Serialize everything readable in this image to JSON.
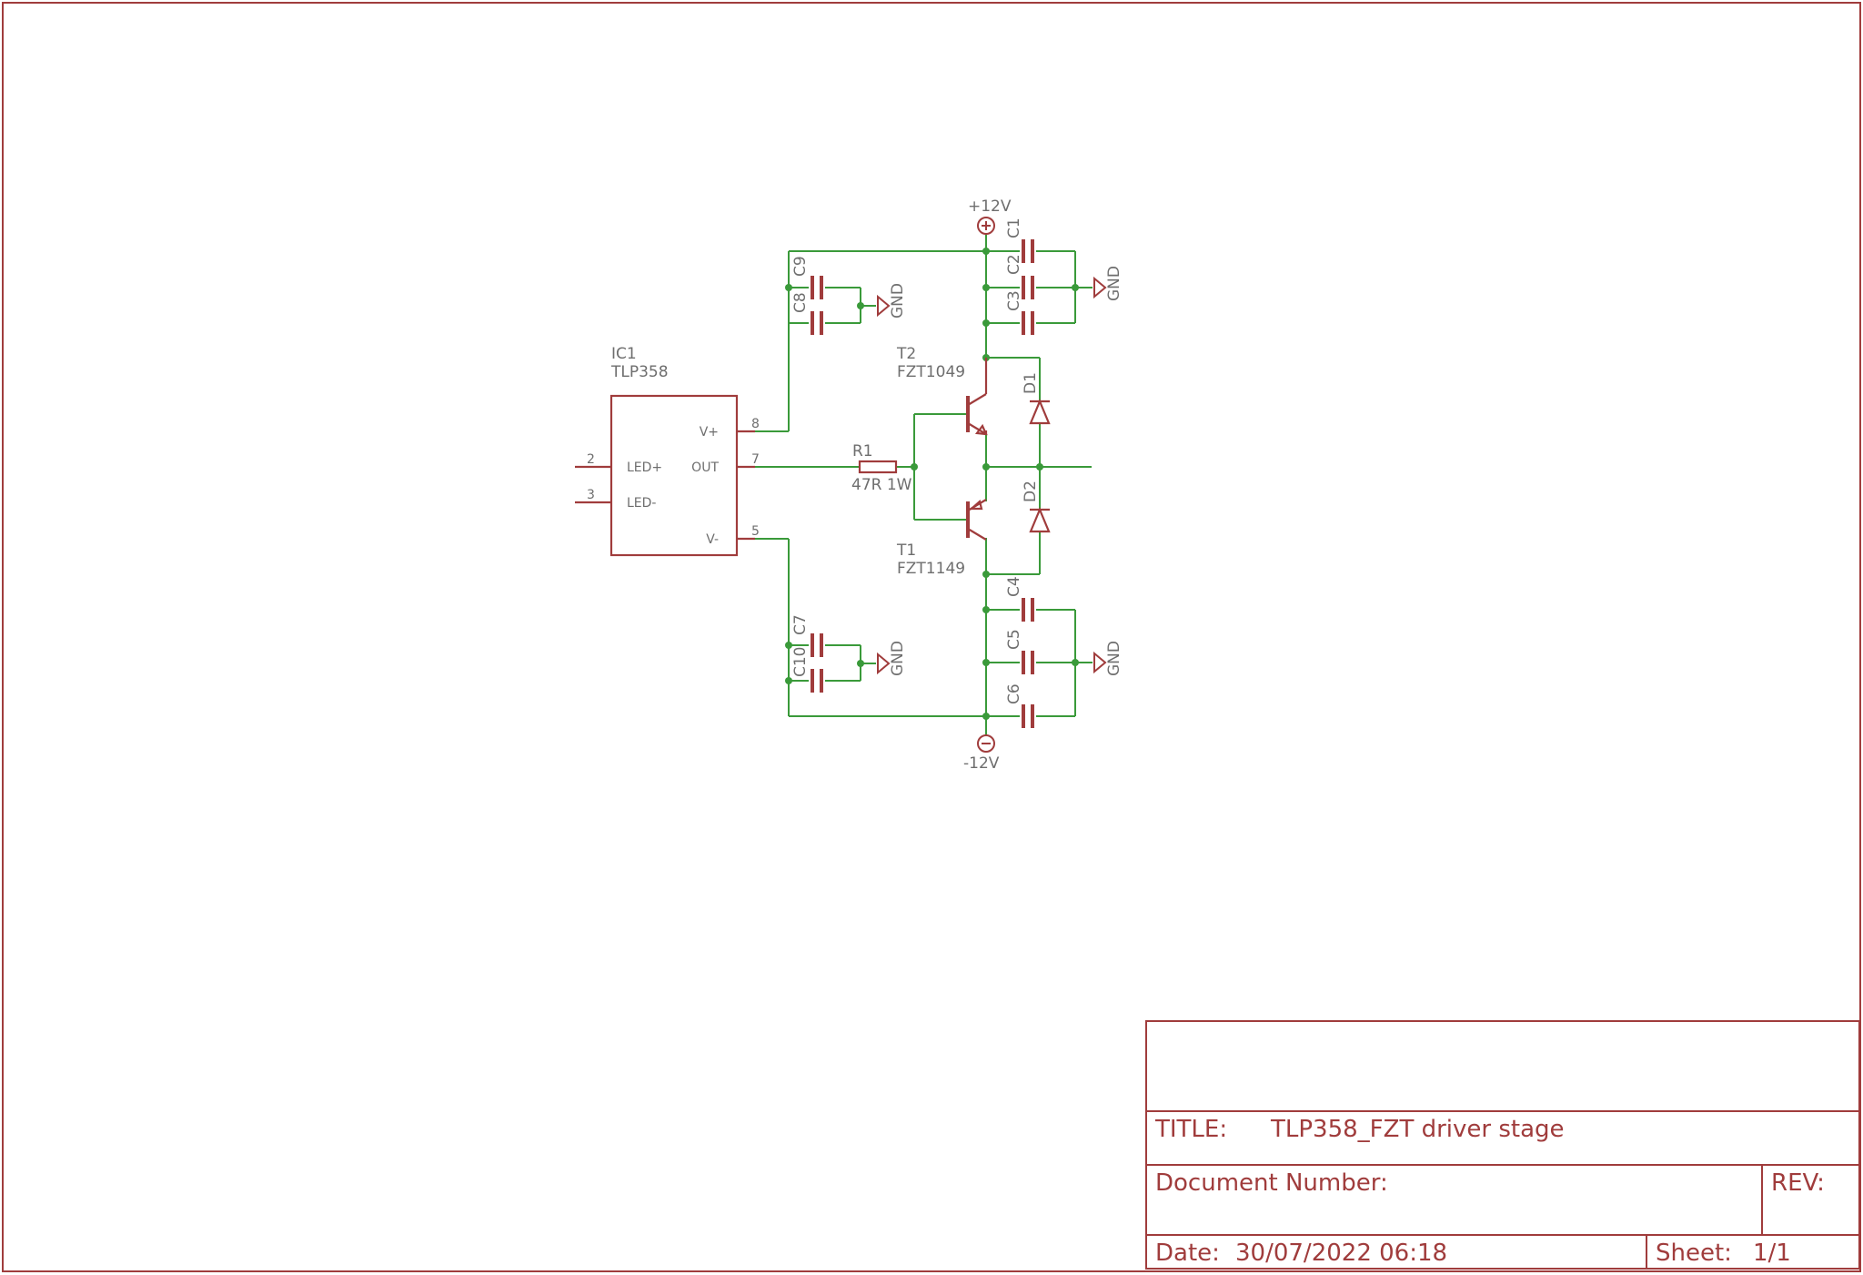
{
  "ic": {
    "ref": "IC1",
    "value": "TLP358",
    "pins": {
      "vplus_label": "V+",
      "vplus_num": "8",
      "out_label": "OUT",
      "out_num": "7",
      "vminus_label": "V-",
      "vminus_num": "5",
      "ledp_label": "LED+",
      "ledp_num": "2",
      "ledn_label": "LED-",
      "ledn_num": "3"
    }
  },
  "r1": {
    "ref": "R1",
    "value": "47R 1W"
  },
  "t2": {
    "ref": "T2",
    "value": "FZT1049"
  },
  "t1": {
    "ref": "T1",
    "value": "FZT1149"
  },
  "diodes": {
    "d1": "D1",
    "d2": "D2"
  },
  "capacitors": {
    "c1": "C1",
    "c2": "C2",
    "c3": "C3",
    "c4": "C4",
    "c5": "C5",
    "c6": "C6",
    "c7": "C7",
    "c8": "C8",
    "c9": "C9",
    "c10": "C10"
  },
  "power": {
    "pos": "+12V",
    "neg": "-12V",
    "gnd": "GND"
  },
  "titleblock": {
    "title_label": "TITLE:",
    "title_value": "TLP358_FZT driver stage",
    "docnum_label": "Document Number:",
    "rev_label": "REV:",
    "date_label": "Date:",
    "date_value": "30/07/2022 06:18",
    "sheet_label": "Sheet:",
    "sheet_value": "1/1"
  }
}
